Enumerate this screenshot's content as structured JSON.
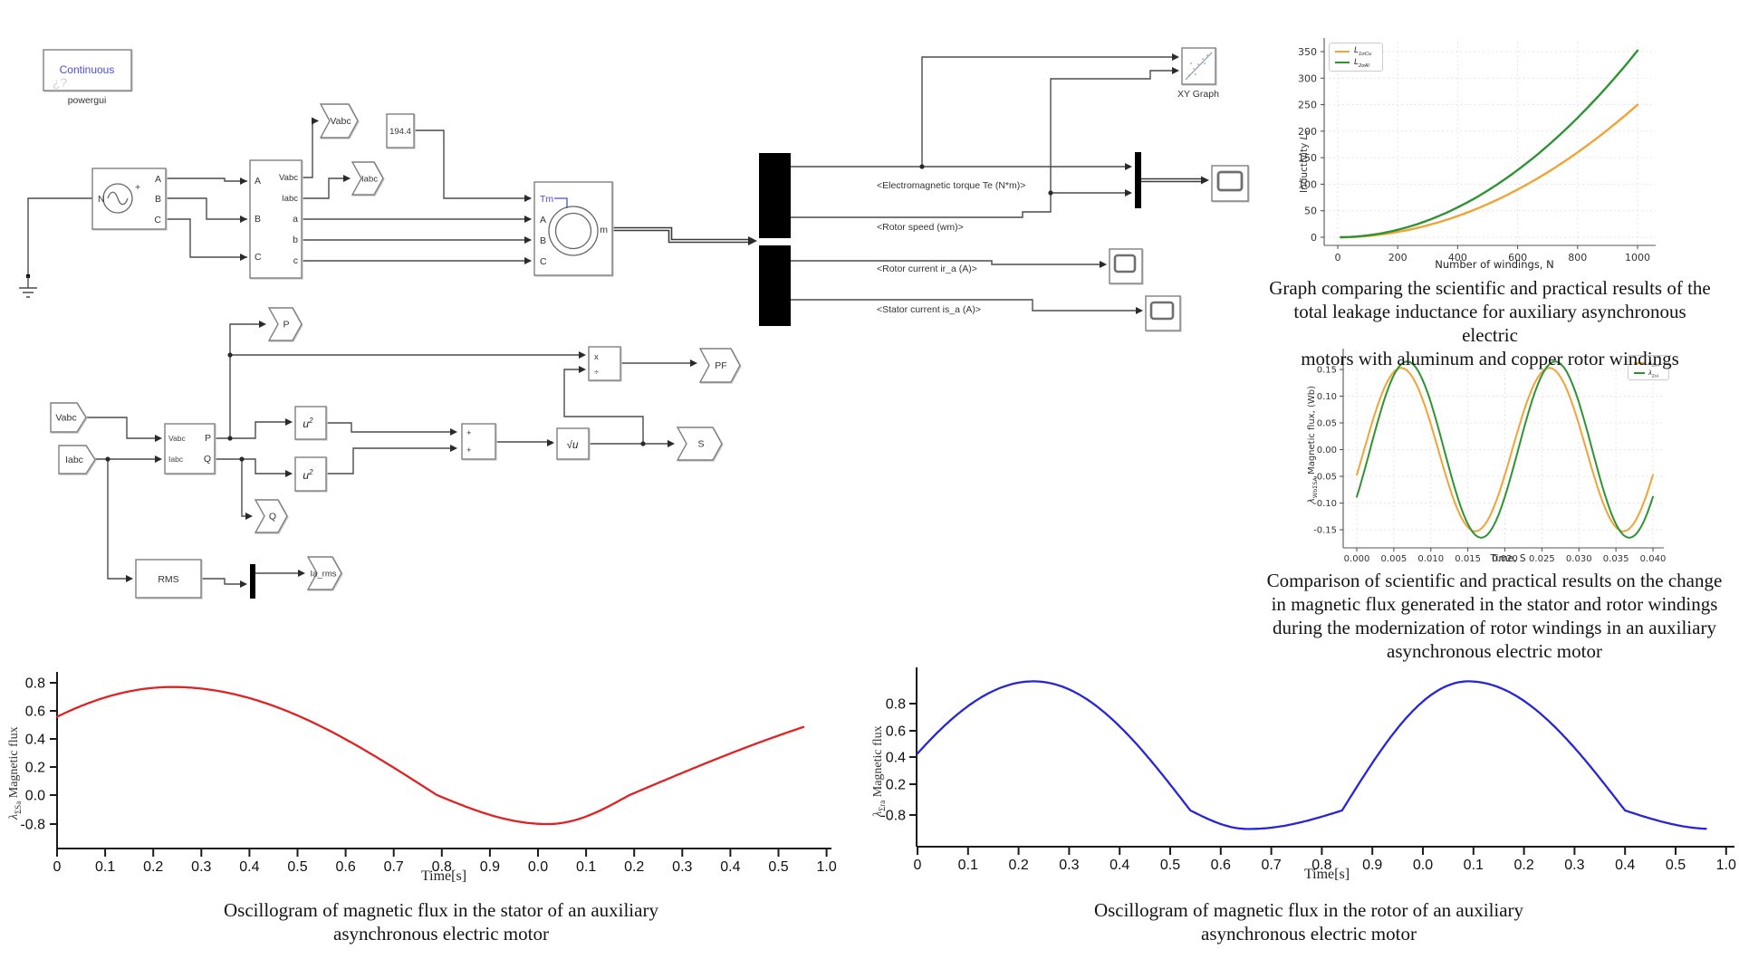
{
  "diagram": {
    "powergui": {
      "mode": "Continuous",
      "label": "powergui"
    },
    "source_ports": {
      "n": "N",
      "a": "A",
      "b": "B",
      "c": "C",
      "plus": "+"
    },
    "measurement": {
      "inputs": [
        "A",
        "B",
        "C"
      ],
      "outputs": [
        "Vabc",
        "Iabc",
        "a",
        "b",
        "c"
      ]
    },
    "constant_value": "194.4",
    "machine_ports": {
      "tm": "Tm",
      "a": "A",
      "b": "B",
      "c": "C",
      "m": "m"
    },
    "goto_tags": {
      "vabc": "Vabc",
      "iabc": "Iabc",
      "p": "P",
      "q": "Q",
      "s": "S",
      "pf": "PF",
      "ia_rms": "Ia_rms"
    },
    "from_tags": {
      "vabc": "Vabc",
      "iabc": "Iabc"
    },
    "bus_selector_labels": [
      "<Electromagnetic torque Te (N*m)>",
      "<Rotor speed (wm)>",
      "<Rotor current ir_a (A)>",
      "<Stator current is_a (A)>"
    ],
    "xy_graph_label": "XY Graph",
    "power_block": {
      "in1": "Vabc",
      "in2": "Iabc",
      "out1": "P",
      "out2": "Q"
    },
    "math_blocks": {
      "square_main": "u",
      "square_sup": "2",
      "sqrt": "√u",
      "divide_top": "x",
      "divide_bottom": "÷",
      "sum_plus1": "+",
      "sum_plus2": "+",
      "rms": "RMS"
    }
  },
  "chart_data": [
    {
      "id": "leakage-inductance",
      "type": "line",
      "xlabel": "Number of windings, N",
      "ylabel_prefix": "Inductivity ",
      "ylabel_var": "L",
      "ylabel_sub": "σ",
      "x_ticks": [
        0,
        200,
        400,
        600,
        800,
        1000
      ],
      "y_ticks": [
        0,
        50,
        100,
        150,
        200,
        250,
        300,
        350
      ],
      "xlim": [
        -40,
        1060
      ],
      "ylim": [
        -15,
        365
      ],
      "grid": true,
      "legend_position": "top-left",
      "series": [
        {
          "name_main": "L",
          "name_sub": "1σCu",
          "color": "#F0A437",
          "model": "quadratic",
          "coefficient": 0.00025,
          "x_range": [
            10,
            1000
          ],
          "values_at_x_step_100": [
            0,
            2.5,
            10,
            22.5,
            40,
            62.5,
            90,
            122.5,
            160,
            202.5,
            250
          ]
        },
        {
          "name_main": "L",
          "name_sub": "2σAl",
          "color": "#2E9433",
          "model": "quadratic",
          "coefficient": 0.000352,
          "x_range": [
            10,
            1000
          ],
          "values_at_x_step_100": [
            0,
            3.5,
            14.1,
            31.7,
            56.3,
            88,
            126.7,
            172.5,
            225.3,
            285.1,
            352
          ]
        }
      ]
    },
    {
      "id": "flux-comparison",
      "type": "line",
      "xlabel": "Time, S",
      "ylabel_var": "λ",
      "ylabel_sub": "WbΣSA",
      "ylabel_rest": " Magnetic flux, (Wb)",
      "x_ticks": [
        "0.000",
        "0.005",
        "0.010",
        "0.015",
        "0.020",
        "0.025",
        "0.030",
        "0.035",
        "0.040"
      ],
      "y_ticks": [
        "0.15",
        "0.10",
        "0.05",
        "0.00",
        "-0.05",
        "-0.10",
        "-0.15"
      ],
      "grid": true,
      "legend_position": "top-right",
      "series": [
        {
          "name_main": "λ",
          "name_sub": "ΣsA",
          "color": "#F0A437",
          "amplitude_wb": 0.153,
          "frequency_hz": 50,
          "phase_rad": -0.314,
          "t_range_s": [
            0,
            0.04
          ]
        },
        {
          "name_main": "λ",
          "name_sub": "ΣrA",
          "color": "#2E9433",
          "amplitude_wb": 0.165,
          "frequency_hz": 50,
          "phase_rad": -0.565,
          "t_range_s": [
            0,
            0.04
          ]
        }
      ]
    },
    {
      "id": "stator-flux-oscillogram",
      "type": "line",
      "xlabel": "Time[s]",
      "ylabel_var": "λ",
      "ylabel_sub": "ΣSa",
      "ylabel_rest": " Magnetic flux",
      "x_tick_labels": [
        "0",
        "0.1",
        "0.2",
        "0.3",
        "0.4",
        "0.5",
        "0.6",
        "0.7",
        "0.8",
        "0.9",
        "0.0",
        "0.1",
        "0.2",
        "0.3",
        "0.4",
        "0.5",
        "1.0"
      ],
      "y_tick_labels": [
        "0.8",
        "0.6",
        "0.4",
        "0.2",
        "0.0",
        "-0.8"
      ],
      "series": [
        {
          "name": "stator flux",
          "color": "#E02222",
          "start_value": 0.55,
          "peak_value": 0.76,
          "min_value": -0.8,
          "amplitude": 0.77,
          "neg_amplitude": 0.8,
          "phase_points": [
            [
              0,
              0.81
            ],
            [
              2.4,
              1.571
            ],
            [
              7.9,
              3.142
            ],
            [
              10.2,
              4.712
            ],
            [
              11.9,
              6.283
            ],
            [
              15.55,
              6.97
            ]
          ]
        }
      ]
    },
    {
      "id": "rotor-flux-oscillogram",
      "type": "line",
      "xlabel": "Time[s]",
      "ylabel_var": "λ",
      "ylabel_sub": "Σra",
      "ylabel_rest": " Magnetic flux",
      "x_tick_labels": [
        "0",
        "0.1",
        "0.2",
        "0.3",
        "0.4",
        "0.5",
        "0.6",
        "0.7",
        "0.8",
        "0.9",
        "0.0",
        "0.1",
        "0.2",
        "0.3",
        "0.4",
        "0.5",
        "1.0"
      ],
      "y_tick_labels": [
        "0.8",
        "0.6",
        "0.4",
        "0.2",
        "-0.8"
      ],
      "series": [
        {
          "name": "rotor flux",
          "color": "#2626D8",
          "start_value": 0.42,
          "peak_value": 0.97,
          "min_value": -0.93,
          "amplitude": 0.97,
          "neg_amplitude": 0.93,
          "phase_points": [
            [
              0,
              0.457
            ],
            [
              2.3,
              1.571
            ],
            [
              5.4,
              3.142
            ],
            [
              6.55,
              4.712
            ],
            [
              8.4,
              6.283
            ],
            [
              10.9,
              7.854
            ],
            [
              14.0,
              9.425
            ],
            [
              15.6,
              10.85
            ]
          ]
        }
      ]
    }
  ],
  "captions": {
    "inductance": [
      "Graph comparing the scientific and practical results of the",
      "total leakage inductance for auxiliary asynchronous electric",
      "motors with aluminum and copper rotor windings"
    ],
    "flux": [
      "Comparison of scientific and practical results on the change",
      "in magnetic flux generated in the stator and rotor windings",
      "during the modernization of rotor windings in an auxiliary",
      "asynchronous electric motor"
    ],
    "stator": [
      "Oscillogram of magnetic flux in the stator of an auxiliary",
      "asynchronous electric motor"
    ],
    "rotor": [
      "Oscillogram of magnetic flux in the rotor of an auxiliary",
      "asynchronous electric motor"
    ]
  }
}
